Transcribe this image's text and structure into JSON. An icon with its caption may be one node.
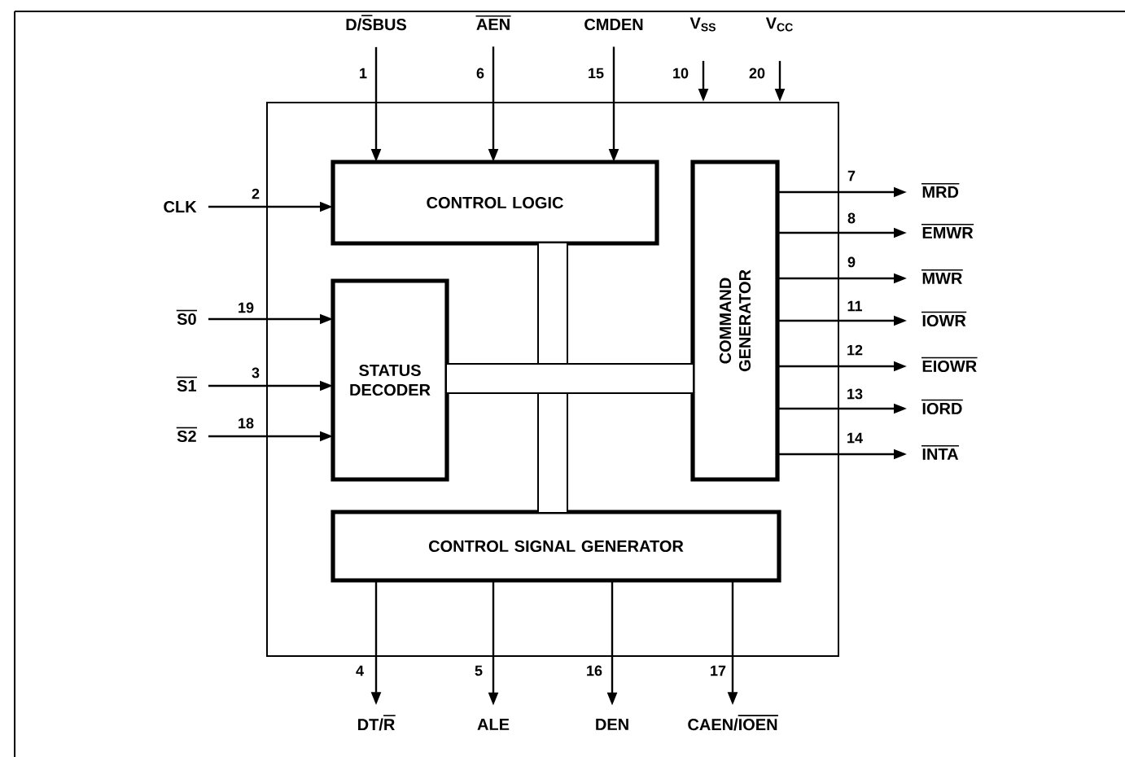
{
  "diagram": {
    "nodes": [
      {
        "text": [],
        "shape": "box"
      },
      {
        "text": [
          "CONTROL LOGIC"
        ],
        "in": 0
      },
      {
        "text": [
          "STATUS DECODER"
        ],
        "in": 0
      },
      {
        "text": [
          "COMMAND GENERATOR"
        ],
        "in": 0
      },
      {
        "text": [
          "CONTROL SIGNAL GENERATOR"
        ],
        "in": 0
      },
      {
        "text": [
          "D/SBUS"
        ]
      },
      {
        "text": [
          "AEN"
        ]
      },
      {
        "text": [
          "CMDEN"
        ]
      },
      {
        "text": [
          "V$_{SS}$"
        ]
      },
      {
        "text": [
          "V$_{CC}$"
        ]
      },
      {
        "text": [
          "CLK"
        ]
      },
      {
        "text": [
          "S0"
        ]
      },
      {
        "text": [
          "S1"
        ]
      },
      {
        "text": [
          "S2"
        ]
      },
      {
        "text": [
          "MRD"
        ]
      },
      {
        "text": [
          "EMWR"
        ]
      },
      {
        "text": [
          "MWR"
        ]
      },
      {
        "text": [
          "IOWR"
        ]
      },
      {
        "text": [
          "EIOWR"
        ]
      },
      {
        "text": [
          "IORD"
        ]
      },
      {
        "text": [
          "INTA"
        ]
      },
      {
        "text": [
          "DT/R"
        ]
      },
      {
        "text": [
          "ALE"
        ]
      },
      {
        "text": [
          "DEN"
        ]
      },
      {
        "text": [
          "CAEN/IOEN"
        ]
      }
    ],
    "edges": [
      {
        "from": 5,
        "to": 1,
        "arrow": "to",
        "label": "1"
      },
      {
        "from": 6,
        "to": 1,
        "arrow": "to",
        "label": "6"
      },
      {
        "from": 7,
        "to": 1,
        "arrow": "to",
        "label": "15"
      },
      {
        "from": 8,
        "to": 0,
        "arrow": "to",
        "label": "10"
      },
      {
        "from": 9,
        "to": 0,
        "arrow": "to",
        "label": "20"
      },
      {
        "from": 10,
        "to": 1,
        "arrow": "to",
        "label": "2"
      },
      {
        "from": 11,
        "to": 2,
        "arrow": "to",
        "label": "19"
      },
      {
        "from": 12,
        "to": 2,
        "arrow": "to",
        "label": "3"
      },
      {
        "from": 13,
        "to": 2,
        "arrow": "to",
        "label": "18"
      },
      {
        "from": 3,
        "to": 14,
        "arrow": "to",
        "label": "7"
      },
      {
        "from": 3,
        "to": 15,
        "arrow": "to",
        "label": "8"
      },
      {
        "from": 3,
        "to": 16,
        "arrow": "to",
        "label": "9"
      },
      {
        "from": 3,
        "to": 17,
        "arrow": "to",
        "label": "11"
      },
      {
        "from": 3,
        "to": 18,
        "arrow": "to",
        "label": "12"
      },
      {
        "from": 3,
        "to": 19,
        "arrow": "to",
        "label": "13"
      },
      {
        "from": 3,
        "to": 20,
        "arrow": "to",
        "label": "14"
      },
      {
        "from": 4,
        "to": 21,
        "arrow": "to",
        "label": "4"
      },
      {
        "from": 4,
        "to": 22,
        "arrow": "to",
        "label": "5"
      },
      {
        "from": 4,
        "to": 23,
        "arrow": "to",
        "label": "16"
      },
      {
        "from": 4,
        "to": 24,
        "arrow": "to",
        "label": "17"
      },
      {
        "from": 1,
        "to": 4,
        "arrow": "none",
        "style": "thick"
      },
      {
        "from": 2,
        "to": 3,
        "arrow": "none",
        "style": "thick"
      }
    ]
  }
}
